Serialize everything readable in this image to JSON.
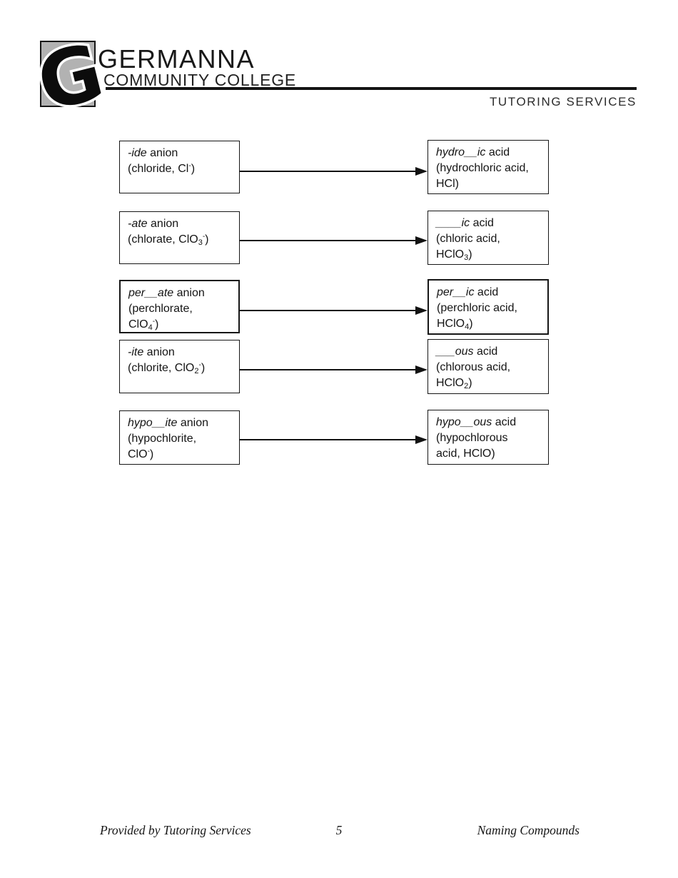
{
  "header": {
    "logo_monogram": "G",
    "logo_name": "GERMANNA",
    "logo_subtitle": "COMMUNITY COLLEGE",
    "banner": "TUTORING SERVICES"
  },
  "colors": {
    "ink": "#1a1a1a",
    "logo_gray": "#b2b2b2",
    "arrow": "#121212"
  },
  "diagram": {
    "rows": [
      {
        "left": {
          "lines": [
            [
              {
                "t": "-ide",
                "i": true
              },
              {
                "t": " anion"
              }
            ],
            [
              {
                "t": "(chloride, Cl"
              },
              {
                "t": "-",
                "sup": true
              },
              {
                "t": ")"
              }
            ]
          ]
        },
        "right": {
          "lines": [
            [
              {
                "t": "hydro__ic",
                "i": true
              },
              {
                "t": " acid"
              }
            ],
            [
              {
                "t": "(hydrochloric acid,"
              }
            ],
            [
              {
                "t": "HCl)"
              }
            ]
          ]
        }
      },
      {
        "left": {
          "lines": [
            [
              {
                "t": "-ate",
                "i": true
              },
              {
                "t": " anion"
              }
            ],
            [
              {
                "t": "(chlorate, ClO"
              },
              {
                "t": "3",
                "sub": true
              },
              {
                "t": "-",
                "sup": true
              },
              {
                "t": ")"
              }
            ]
          ]
        },
        "right": {
          "lines": [
            [
              {
                "t": "____ic",
                "i": true
              },
              {
                "t": " acid"
              }
            ],
            [
              {
                "t": "(chloric acid,"
              }
            ],
            [
              {
                "t": "HClO"
              },
              {
                "t": "3",
                "sub": true
              },
              {
                "t": ")"
              }
            ]
          ]
        }
      },
      {
        "left": {
          "lines": [
            [
              {
                "t": "per__ate",
                "i": true
              },
              {
                "t": " anion"
              }
            ],
            [
              {
                "t": "(perchlorate,"
              }
            ],
            [
              {
                "t": "ClO"
              },
              {
                "t": "4",
                "sub": true
              },
              {
                "t": "-",
                "sup": true
              },
              {
                "t": ")"
              }
            ]
          ]
        },
        "right": {
          "lines": [
            [
              {
                "t": "per__ic",
                "i": true
              },
              {
                "t": " acid"
              }
            ],
            [
              {
                "t": "(perchloric acid,"
              }
            ],
            [
              {
                "t": "HClO"
              },
              {
                "t": "4",
                "sub": true
              },
              {
                "t": ")"
              }
            ]
          ]
        }
      },
      {
        "left": {
          "lines": [
            [
              {
                "t": "-ite",
                "i": true
              },
              {
                "t": " anion"
              }
            ],
            [
              {
                "t": "(chlorite, ClO"
              },
              {
                "t": "2",
                "sub": true
              },
              {
                "t": "-",
                "sup": true
              },
              {
                "t": ")"
              }
            ]
          ]
        },
        "right": {
          "lines": [
            [
              {
                "t": "___ous",
                "i": true
              },
              {
                "t": " acid"
              }
            ],
            [
              {
                "t": "(chlorous acid,"
              }
            ],
            [
              {
                "t": "HClO"
              },
              {
                "t": "2",
                "sub": true
              },
              {
                "t": ")"
              }
            ]
          ]
        }
      },
      {
        "left": {
          "lines": [
            [
              {
                "t": "hypo__ite",
                "i": true
              },
              {
                "t": " anion"
              }
            ],
            [
              {
                "t": "(hypochlorite,"
              }
            ],
            [
              {
                "t": "ClO"
              },
              {
                "t": "-",
                "sup": true
              },
              {
                "t": ")"
              }
            ]
          ]
        },
        "right": {
          "lines": [
            [
              {
                "t": "hypo__ous",
                "i": true
              },
              {
                "t": " acid"
              }
            ],
            [
              {
                "t": "(hypochlorous"
              }
            ],
            [
              {
                "t": "acid, HClO)"
              }
            ]
          ]
        }
      }
    ]
  },
  "footer": {
    "left": "Provided by Tutoring Services",
    "page": "5",
    "right": "Naming Compounds"
  }
}
